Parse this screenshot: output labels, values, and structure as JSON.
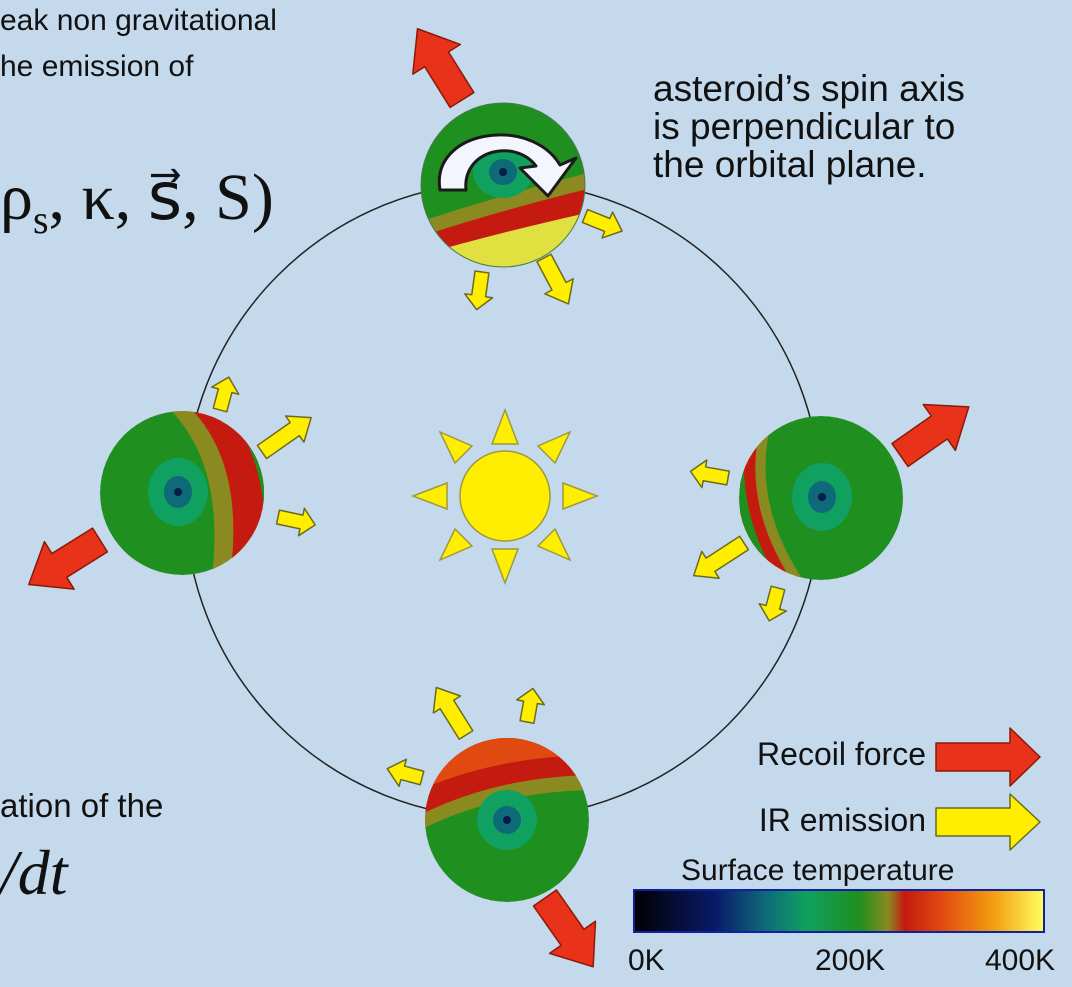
{
  "text": {
    "intro_line1": "eak non gravitational",
    "intro_line2": "he emission of",
    "formula": "ρ",
    "formula_sub": "s",
    "formula_rest": ", κ, s⃗, S)",
    "spin_lines": [
      "asteroid’s spin axis",
      "is perpendicular to",
      "the orbital plane."
    ],
    "bottom_line1": "ation of the",
    "bottom_line2": "/dt"
  },
  "legend": {
    "recoil_label": "Recoil force",
    "ir_label": "IR emission",
    "temp_label": "Surface temperature",
    "ticks": [
      "0K",
      "200K",
      "400K"
    ]
  },
  "colors": {
    "background": "#c5d9ec",
    "recoil": "#e8321a",
    "ir": "#ffee00",
    "sun": "#ffee00",
    "surface_green": "#1f8f1f"
  },
  "icons": {
    "sun": "sun-icon",
    "rotation": "rotation-arrow-icon"
  }
}
